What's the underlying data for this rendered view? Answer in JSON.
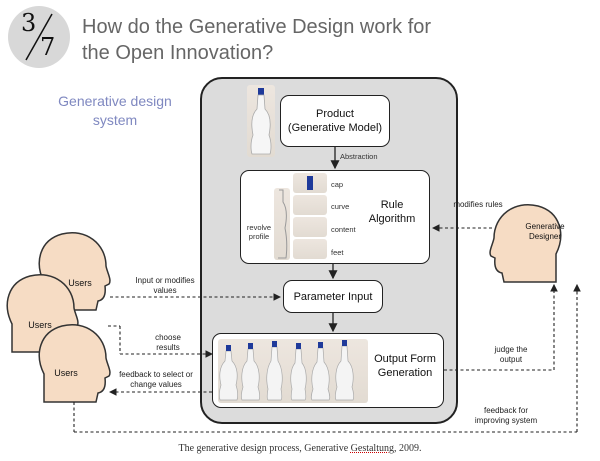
{
  "slide": {
    "number": "3",
    "total": "7"
  },
  "title": "How do the Generative Design work for the Open Innovation?",
  "subtitle": "Generative design system",
  "boxes": {
    "product": "Product (Generative Model)",
    "rule": "Rule Algorithm",
    "parameter": "Parameter Input",
    "output": "Output Form Generation"
  },
  "labels": {
    "abstraction": "Abstraction",
    "cap": "cap",
    "curve": "curve",
    "content": "content",
    "feet": "feet",
    "revolve_profile": "revolve profile",
    "modifies_rules": "modifies rules",
    "input_modifies": "Input or modifies values",
    "choose_results": "choose results",
    "feedback_select": "feedback to select or change values",
    "judge_output": "judge the output",
    "feedback_improve": "feedback for improving system"
  },
  "actors": {
    "users": [
      "Users",
      "Users",
      "Users"
    ],
    "designer": "Generative Designer"
  },
  "caption": {
    "before": "The generative design process, Generative ",
    "underlined": "Gestaltung",
    "after": ", 2009."
  },
  "colors": {
    "panel": "#dcdcdc",
    "head": "#f6dcc4",
    "subtitle": "#7f88c0",
    "bottle_cap": "#1f3a9a"
  }
}
